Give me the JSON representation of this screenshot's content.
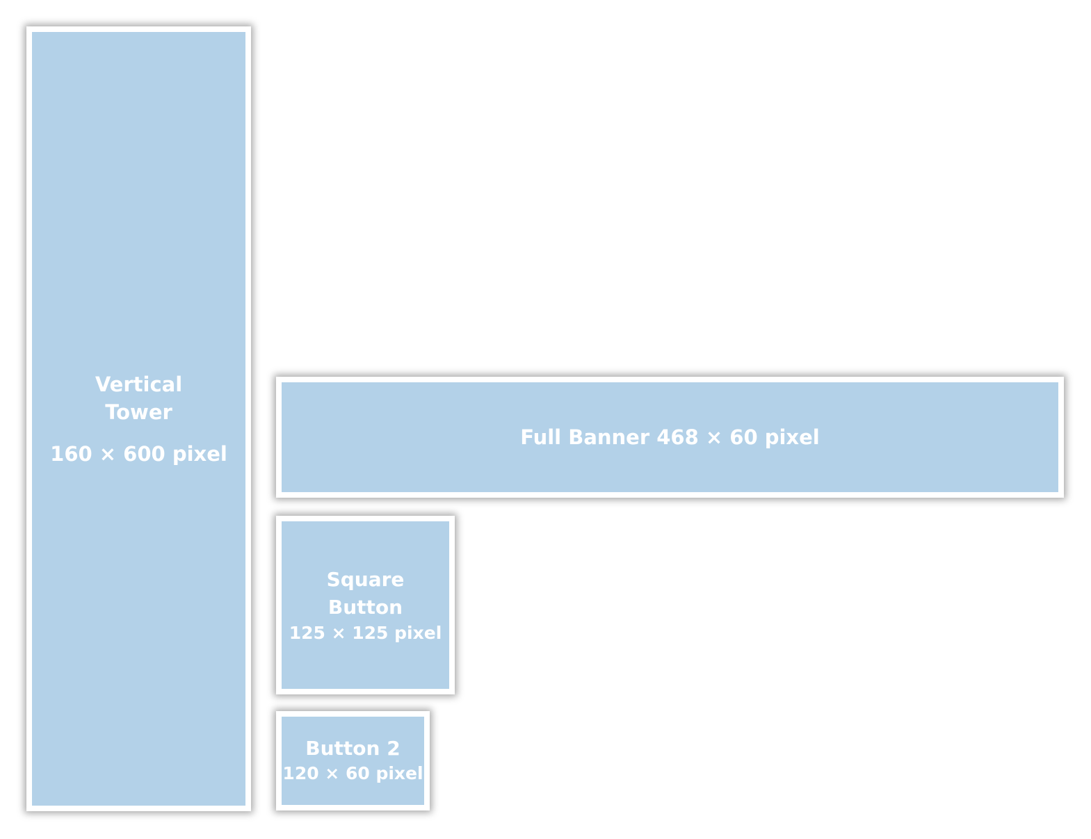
{
  "colors": {
    "box_fill": "#b3d1e8",
    "border": "#ffffff",
    "text": "#ffffff"
  },
  "ads": {
    "tower": {
      "name_line1": "Vertical",
      "name_line2": "Tower",
      "dims": "160 × 600 pixel"
    },
    "banner": {
      "label": "Full Banner 468 × 60 pixel"
    },
    "square": {
      "name_line1": "Square",
      "name_line2": "Button",
      "dims": "125 × 125 pixel"
    },
    "button2": {
      "name": "Button 2",
      "dims": "120 × 60 pixel"
    }
  }
}
